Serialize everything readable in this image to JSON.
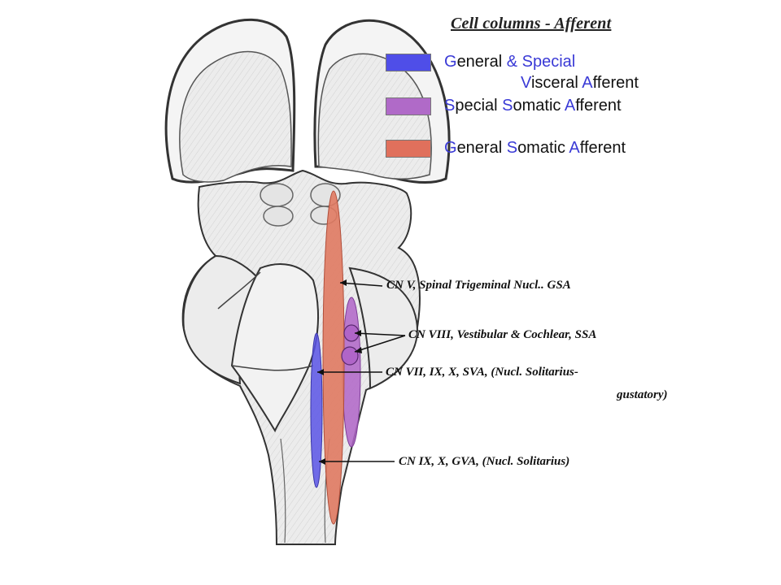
{
  "title": "Cell columns - Afferent",
  "legend": [
    {
      "color": "#4f4ee8",
      "segments": [
        {
          "cap": "G",
          "rest": "eneral "
        },
        {
          "cap": "& Special",
          "rest": ""
        }
      ],
      "line2": [
        {
          "cap": "V",
          "rest": "isceral "
        },
        {
          "cap": "A",
          "rest": "fferent"
        }
      ]
    },
    {
      "color": "#b06ac8",
      "segments": [
        {
          "cap": "S",
          "rest": "pecial "
        },
        {
          "cap": "S",
          "rest": "omatic "
        },
        {
          "cap": "A",
          "rest": "fferent"
        }
      ]
    },
    {
      "color": "#e0705c",
      "segments": [
        {
          "cap": "G",
          "rest": "eneral "
        },
        {
          "cap": "S",
          "rest": "omatic "
        },
        {
          "cap": "A",
          "rest": "fferent"
        }
      ]
    }
  ],
  "annotations": {
    "gsa": "CN V, Spinal Trigeminal Nucl.. GSA",
    "ssa": "CN VIII, Vestibular & Cochlear, SSA",
    "sva_line1": "CN VII, IX, X, SVA, (Nucl. Solitarius-",
    "sva_line2": "gustatory)",
    "gva": "CN IX, X, GVA, (Nucl. Solitarius)"
  },
  "colors": {
    "gva_column": "#5a55e6",
    "ssa_column": "#b065c8",
    "gsa_column": "#e07a62",
    "outline": "#333333",
    "tissue": "#ececec"
  }
}
